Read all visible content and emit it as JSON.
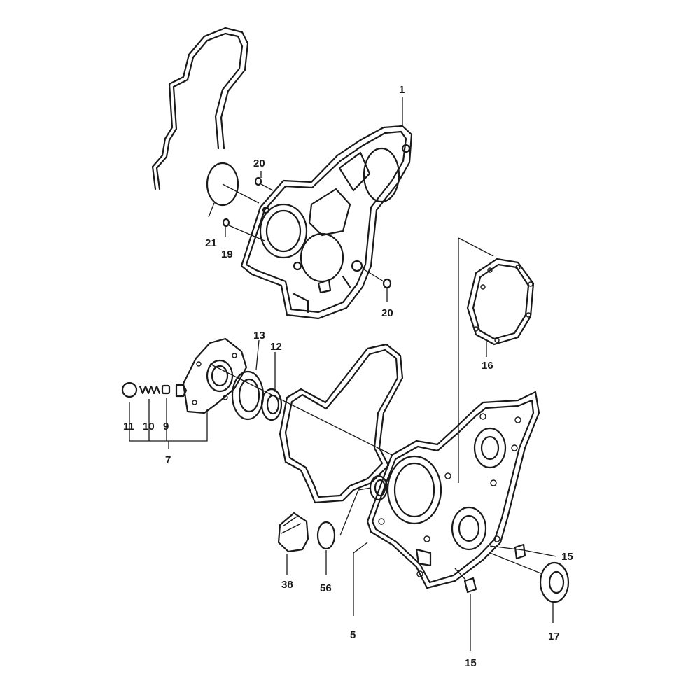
{
  "colors": {
    "ink": "#1a1a1a",
    "background": "#ffffff"
  },
  "labels": {
    "p1": "1",
    "p20a": "20",
    "p21": "21",
    "p19": "19",
    "p20b": "20",
    "p16": "16",
    "p13": "13",
    "p12": "12",
    "p11": "11",
    "p10": "10",
    "p9": "9",
    "p7": "7",
    "p15a": "15",
    "p38": "38",
    "p56": "56",
    "p5": "5",
    "p17": "17",
    "p15b": "15"
  }
}
